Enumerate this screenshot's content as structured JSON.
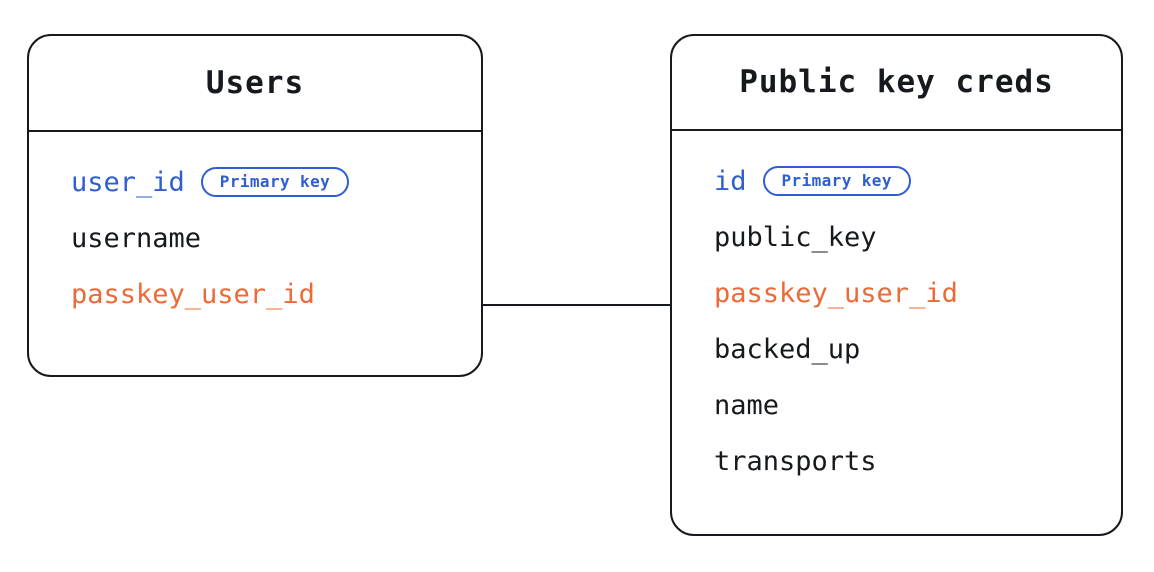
{
  "diagram": {
    "type": "entity-relationship",
    "background": "#ffffff",
    "colors": {
      "stroke": "#16191d",
      "text": "#16191d",
      "primary_key": "#2f5ed0",
      "foreign_key": "#ec6a37"
    },
    "entities": [
      {
        "id": "users",
        "title": "Users",
        "fields": [
          {
            "name": "user_id",
            "role": "primary",
            "badge": "Primary key"
          },
          {
            "name": "username",
            "role": "plain",
            "badge": null
          },
          {
            "name": "passkey_user_id",
            "role": "foreign",
            "badge": null
          }
        ]
      },
      {
        "id": "public_key_creds",
        "title": "Public key creds",
        "fields": [
          {
            "name": "id",
            "role": "primary",
            "badge": "Primary key"
          },
          {
            "name": "public_key",
            "role": "plain",
            "badge": null
          },
          {
            "name": "passkey_user_id",
            "role": "foreign",
            "badge": null
          },
          {
            "name": "backed_up",
            "role": "plain",
            "badge": null
          },
          {
            "name": "name",
            "role": "plain",
            "badge": null
          },
          {
            "name": "transports",
            "role": "plain",
            "badge": null
          }
        ]
      }
    ],
    "relationships": [
      {
        "id": "users-to-public-key-creds",
        "from_entity": "users",
        "from_field": "passkey_user_id",
        "to_entity": "public_key_creds",
        "to_field": "passkey_user_id",
        "style": "solid"
      }
    ]
  }
}
